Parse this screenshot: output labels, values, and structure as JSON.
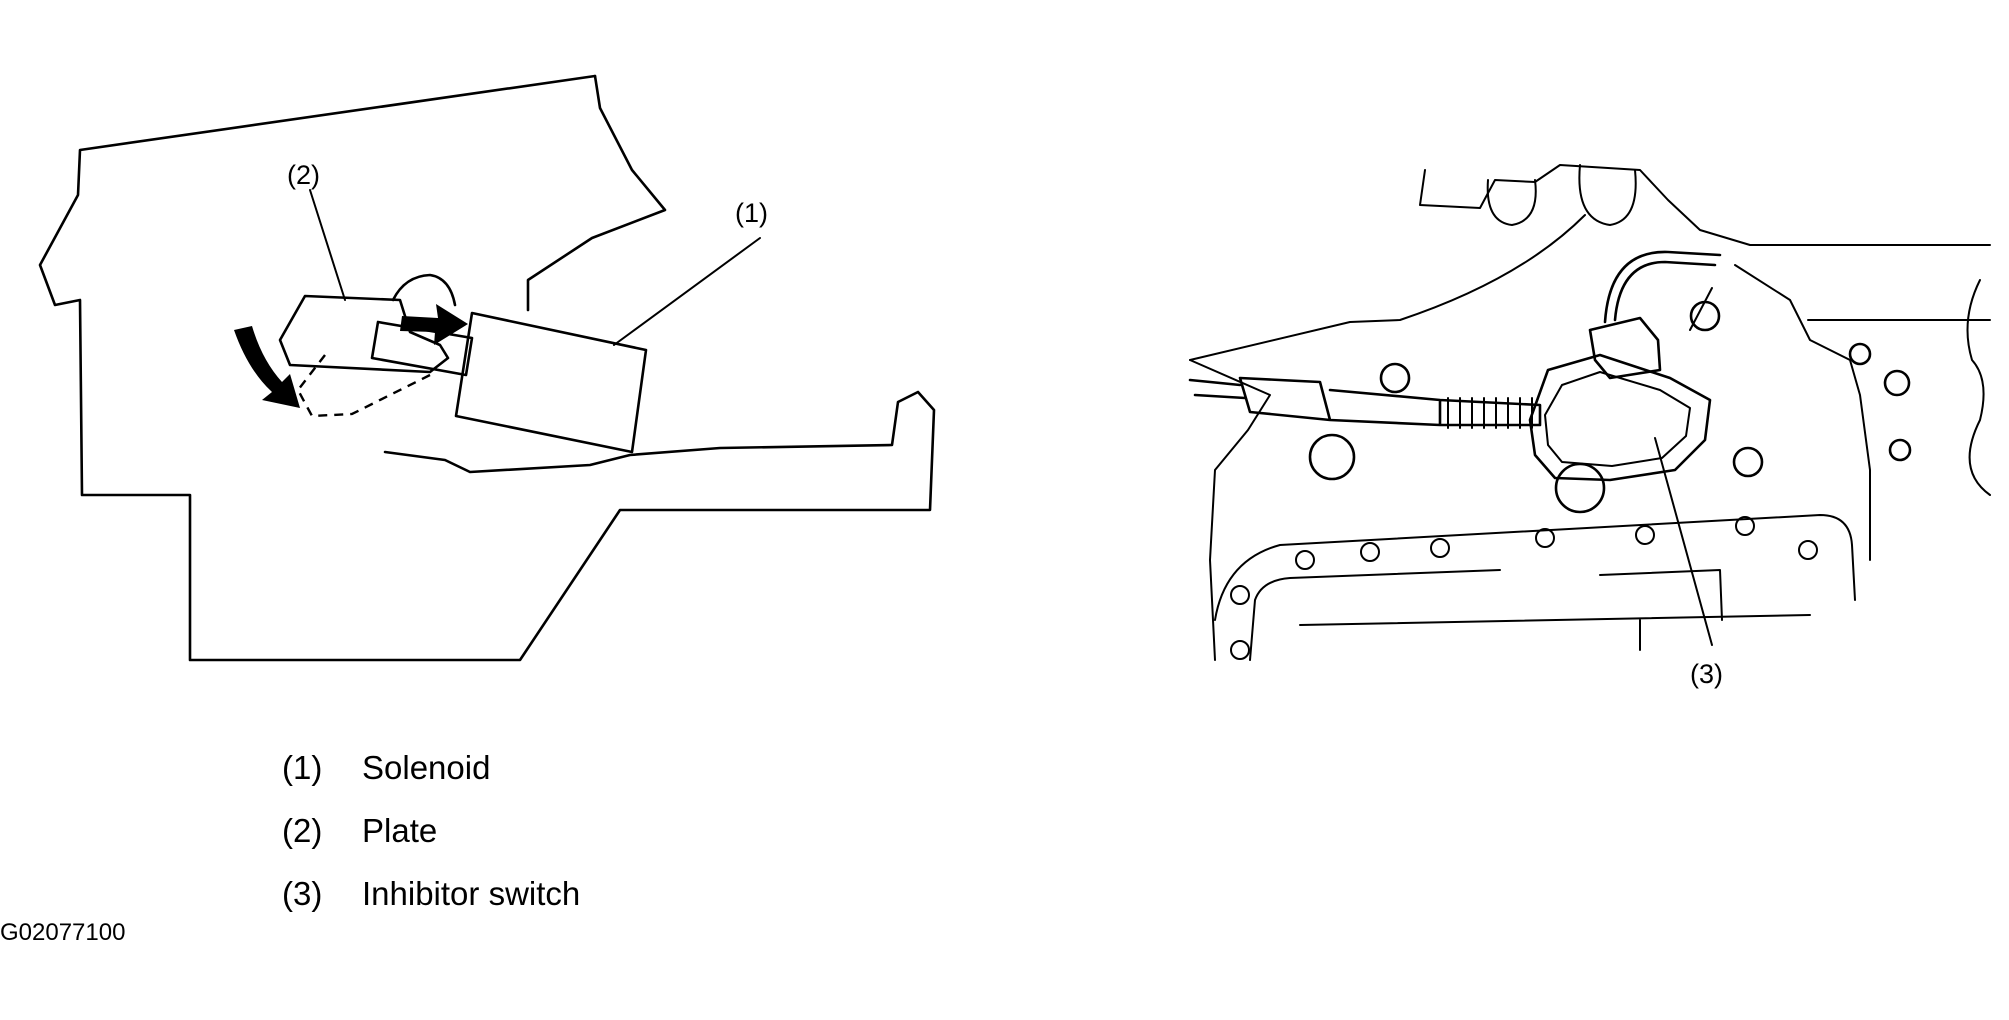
{
  "callouts": {
    "c1": "(1)",
    "c2": "(2)",
    "c3": "(3)"
  },
  "legend": [
    {
      "num": "(1)",
      "label": "Solenoid"
    },
    {
      "num": "(2)",
      "label": "Plate"
    },
    {
      "num": "(3)",
      "label": "Inhibitor switch"
    }
  ],
  "figure_code": "G02077100"
}
